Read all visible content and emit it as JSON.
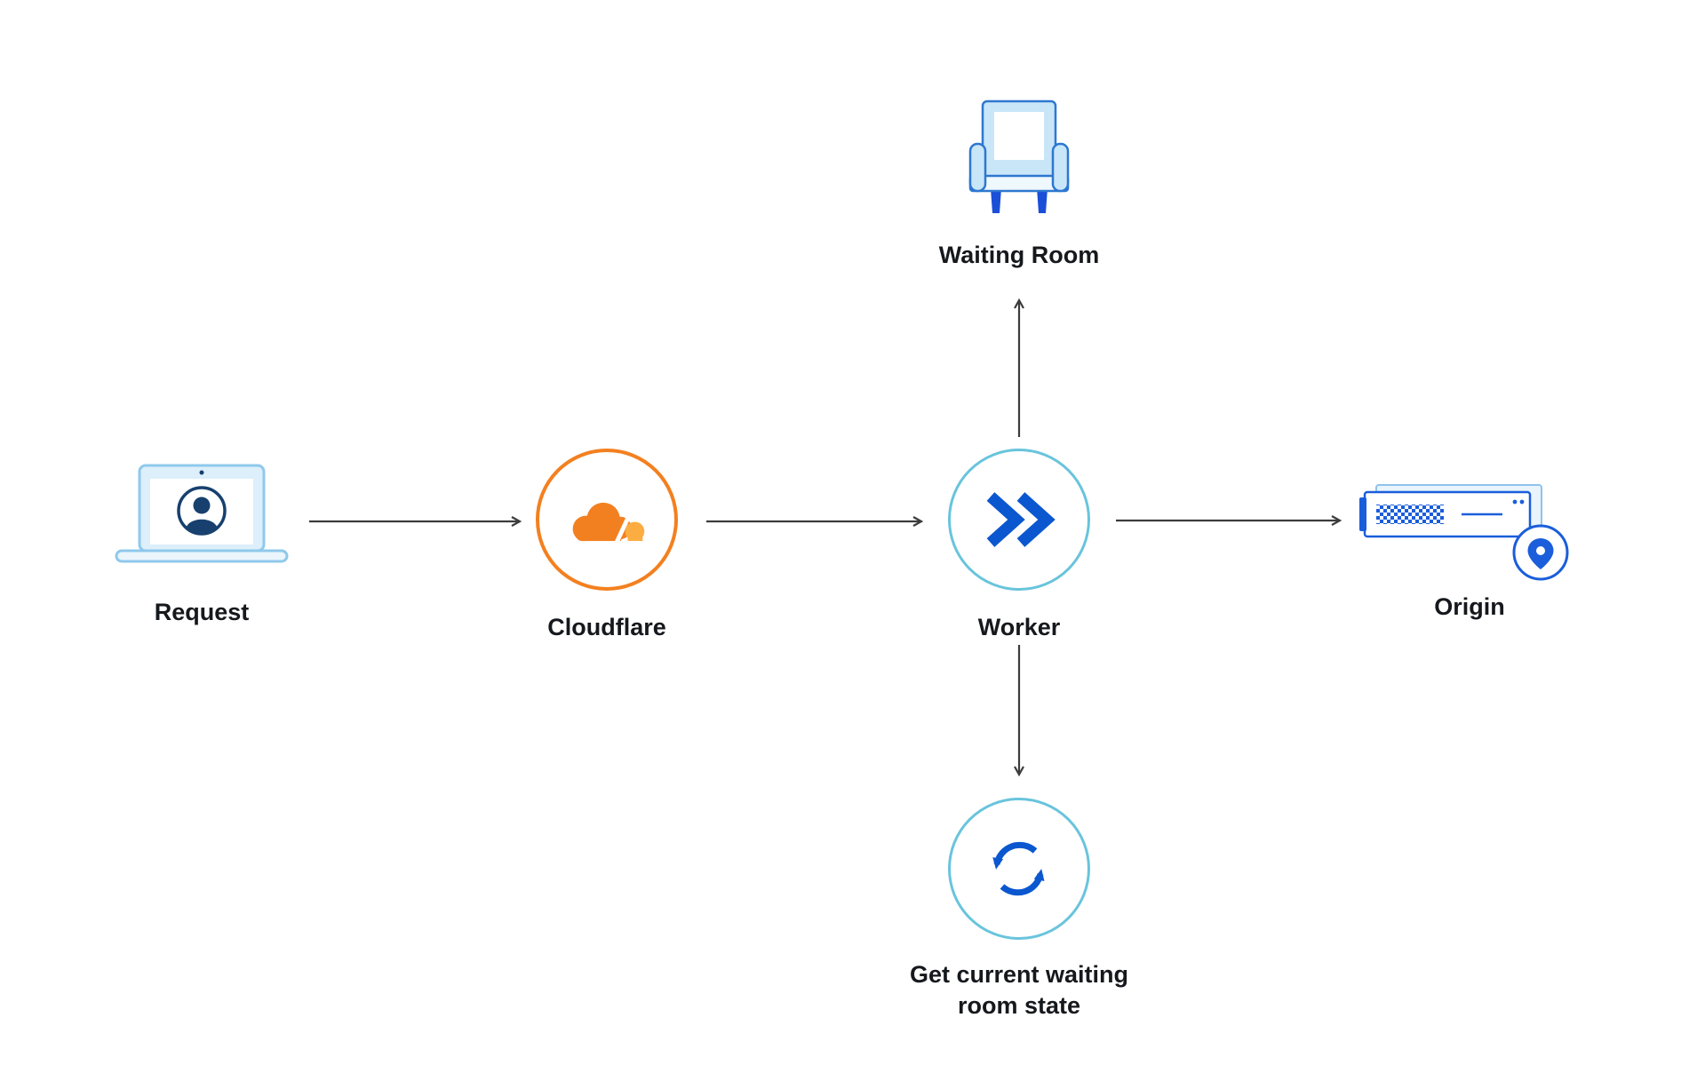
{
  "diagram": {
    "nodes": {
      "request": {
        "label": "Request",
        "icon": "laptop-user-icon"
      },
      "cloudflare": {
        "label": "Cloudflare",
        "icon": "cloudflare-cloud-icon"
      },
      "worker": {
        "label": "Worker",
        "icon": "worker-chevrons-icon"
      },
      "waiting_room": {
        "label": "Waiting Room",
        "icon": "armchair-icon"
      },
      "origin": {
        "label": "Origin",
        "icon": "server-location-pin-icon"
      },
      "waiting_room_state": {
        "label": "Get current waiting room state",
        "icon": "sync-arrows-icon"
      }
    },
    "edges": [
      {
        "from": "request",
        "to": "cloudflare"
      },
      {
        "from": "cloudflare",
        "to": "worker"
      },
      {
        "from": "worker",
        "to": "waiting_room"
      },
      {
        "from": "worker",
        "to": "origin"
      },
      {
        "from": "worker",
        "to": "waiting_room_state"
      }
    ],
    "colors": {
      "cloudflare_orange": "#F38020",
      "cloudflare_orange_light": "#FBAD41",
      "primary_blue": "#1A5EDB",
      "worker_blue": "#0B57CF",
      "navy": "#17406E",
      "ring_cyan": "#69C4DC",
      "pale_blue": "#C8E6F8",
      "arrow_gray": "#3C3C3C",
      "text": "#15181C",
      "background": "#FFFFFF"
    }
  }
}
